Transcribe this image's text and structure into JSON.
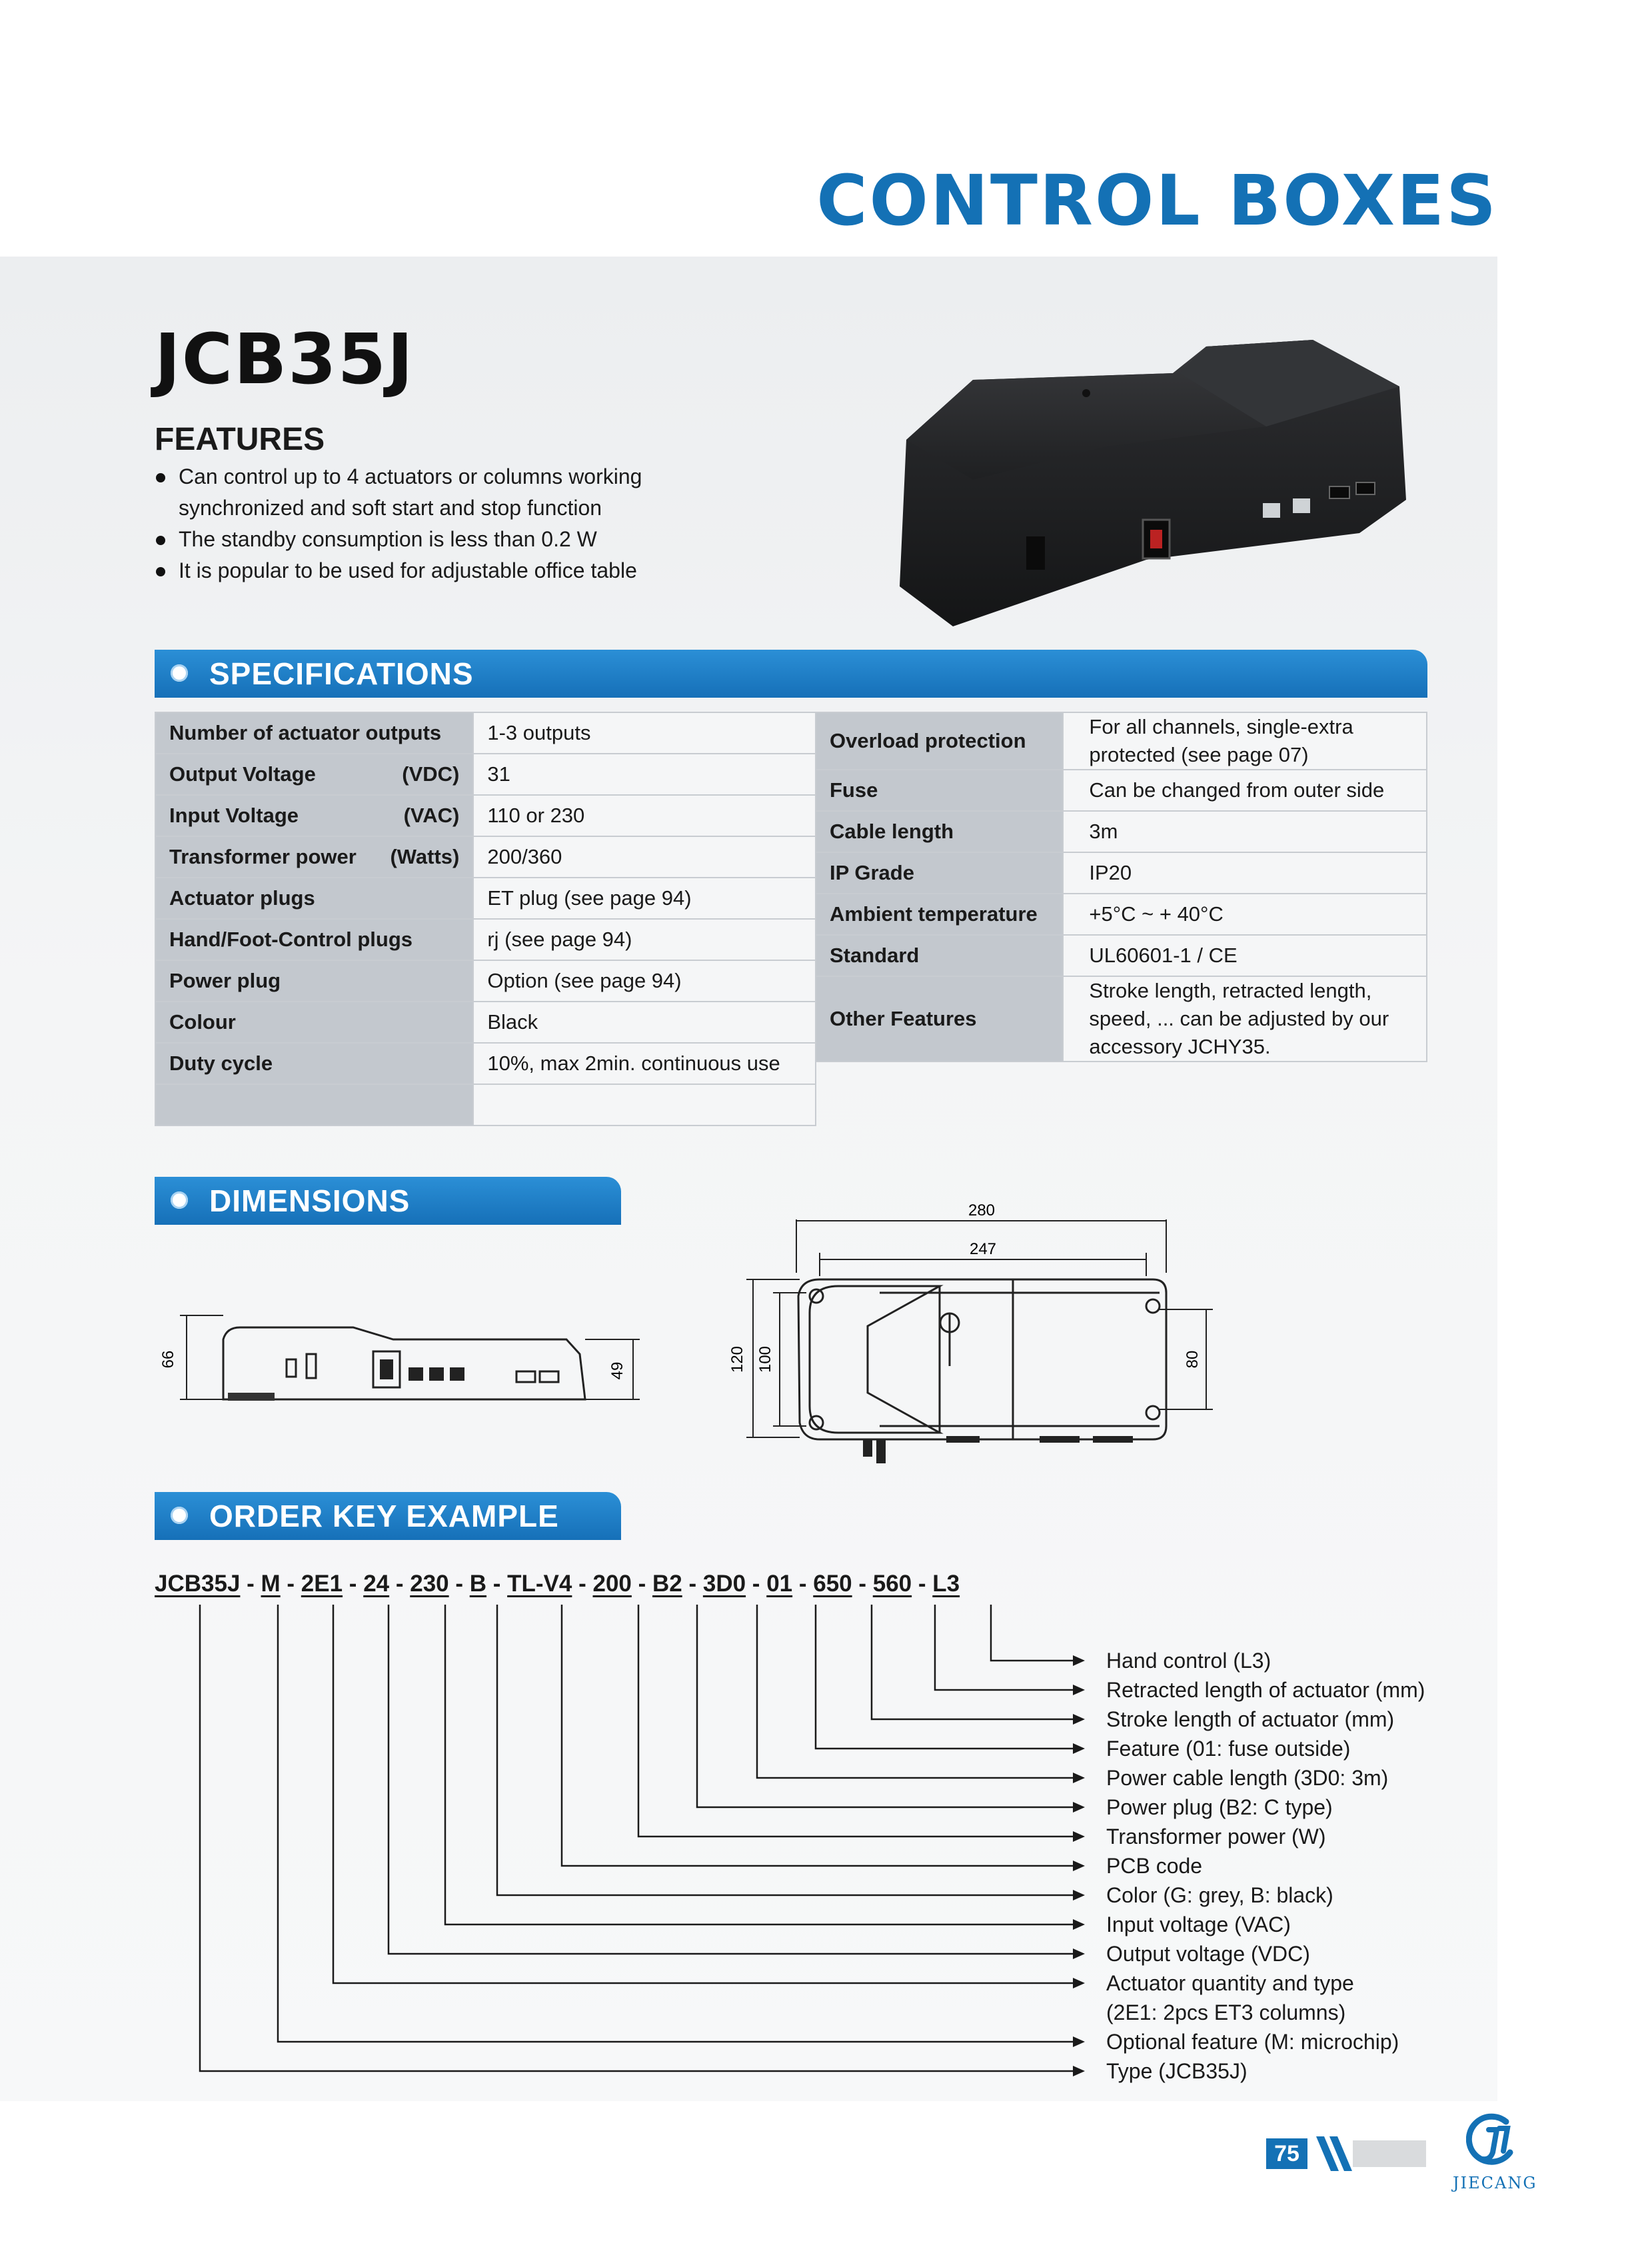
{
  "header": {
    "title": "CONTROL BOXES"
  },
  "product": {
    "model": "JCB35J",
    "features_title": "FEATURES",
    "features": [
      "Can control up to 4 actuators or columns working synchronized and soft start and stop function",
      "The standby consumption is less than 0.2 W",
      "It is popular to be used for adjustable office table"
    ]
  },
  "sections": {
    "specifications": "SPECIFICATIONS",
    "dimensions": "DIMENSIONS",
    "order_key": "ORDER KEY EXAMPLE"
  },
  "specs_left": [
    {
      "label": "Number of actuator outputs",
      "unit": "",
      "value": "1-3 outputs"
    },
    {
      "label": "Output Voltage",
      "unit": "(VDC)",
      "value": "31"
    },
    {
      "label": "Input Voltage",
      "unit": "(VAC)",
      "value": "110 or 230"
    },
    {
      "label": "Transformer power",
      "unit": "(Watts)",
      "value": "200/360"
    },
    {
      "label": "Actuator plugs",
      "unit": "",
      "value": "ET plug (see page 94)"
    },
    {
      "label": "Hand/Foot-Control plugs",
      "unit": "",
      "value": "rj (see page 94)"
    },
    {
      "label": "Power plug",
      "unit": "",
      "value": "Option (see page 94)"
    },
    {
      "label": "Colour",
      "unit": "",
      "value": "Black"
    },
    {
      "label": "Duty cycle",
      "unit": "",
      "value": "10%, max 2min. continuous use"
    }
  ],
  "specs_right": {
    "overload": {
      "label": "Overload protection",
      "value": "For all channels, single-extra protected (see page 07)"
    },
    "rows": [
      {
        "label": "Fuse",
        "value": "Can be changed from outer side"
      },
      {
        "label": "Cable length",
        "value": "3m"
      },
      {
        "label": "IP Grade",
        "value": "IP20"
      },
      {
        "label": "Ambient temperature",
        "value": "+5°C ~ + 40°C"
      },
      {
        "label": "Standard",
        "value": "UL60601-1 / CE"
      }
    ],
    "other": {
      "label": "Other Features",
      "value": "Stroke length, retracted length, speed, ... can be adjusted by our accessory JCHY35."
    }
  },
  "dimensions": {
    "side_height_left": "66",
    "side_height_right": "49",
    "top_length_outer": "280",
    "top_length_inner": "247",
    "top_width_outer": "120",
    "top_width_inner": "100",
    "top_width_mount": "80"
  },
  "order_key": {
    "segments": [
      "JCB35J",
      "M",
      "2E1",
      "24",
      "230",
      "B",
      "TL-V4",
      "200",
      "B2",
      "3D0",
      "01",
      "650",
      "560",
      "L3"
    ],
    "legend": [
      "Hand control (L3)",
      "Retracted length  of actuator (mm)",
      "Stroke length of actuator (mm)",
      "Feature (01: fuse outside)",
      "Power cable length (3D0: 3m)",
      "Power plug (B2: C type)",
      "Transformer power (W)",
      "PCB code",
      "Color (G: grey, B: black)",
      "Input voltage (VAC)",
      "Output voltage (VDC)",
      "Actuator quantity and type",
      "(2E1: 2pcs ET3 columns)",
      "Optional feature (M: microchip)",
      "Type (JCB35J)"
    ]
  },
  "footer": {
    "page_number": "75",
    "brand": "JIECANG"
  }
}
